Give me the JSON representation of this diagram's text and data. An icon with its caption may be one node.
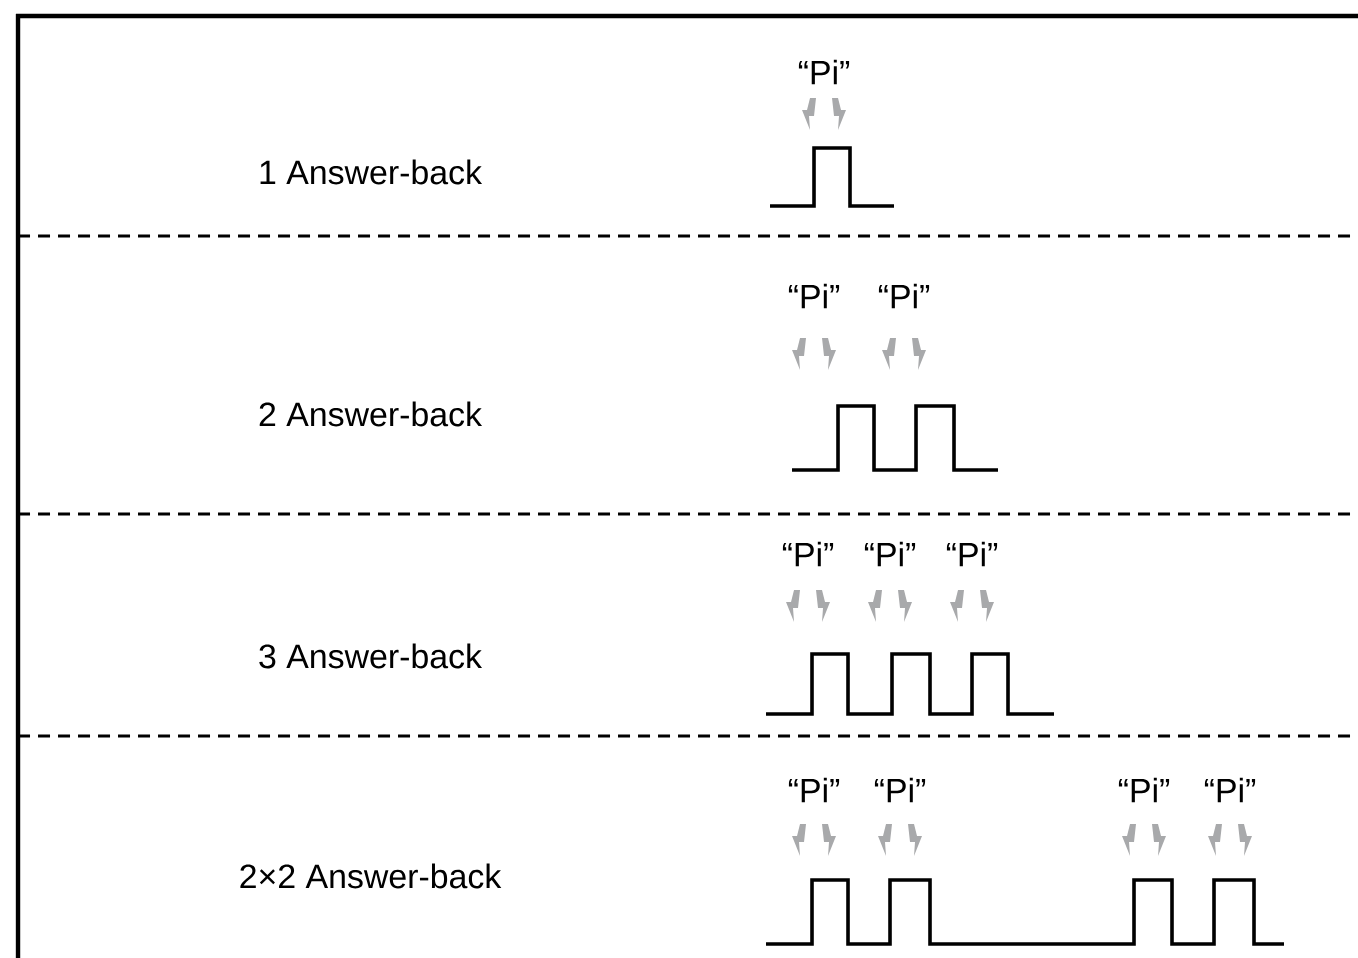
{
  "diagram": {
    "labels": [
      "“Pi”",
      "1 Answer-back",
      "“Pi”",
      "“Pi”",
      "2 Answer-back",
      "“Pi”",
      "“Pi”",
      "“Pi”",
      "3 Answer-back",
      "“Pi”",
      "“Pi”",
      "“Pi”",
      "“Pi”",
      "2×2 Answer-back"
    ]
  }
}
